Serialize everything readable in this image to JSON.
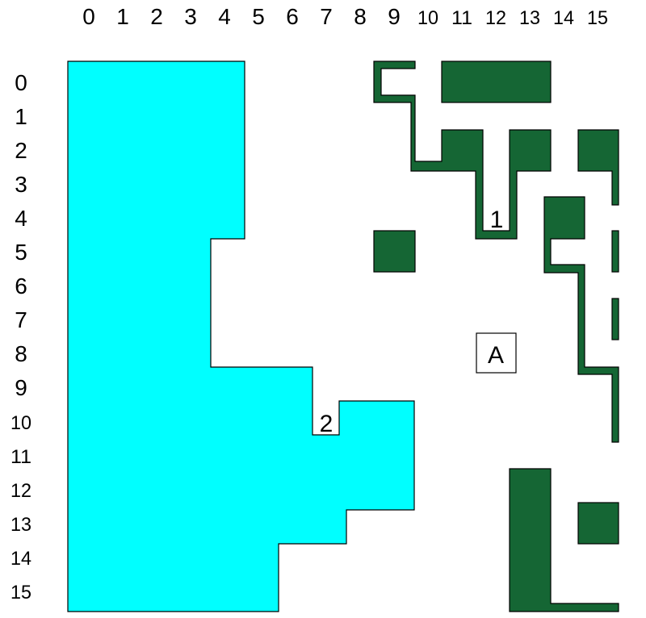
{
  "grid": {
    "cols": 16,
    "rows": 16,
    "column_labels": [
      "0",
      "1",
      "2",
      "3",
      "4",
      "5",
      "6",
      "7",
      "8",
      "9",
      "10",
      "11",
      "12",
      "13",
      "14",
      "15"
    ],
    "row_labels": [
      "0",
      "1",
      "2",
      "3",
      "4",
      "5",
      "6",
      "7",
      "8",
      "9",
      "10",
      "11",
      "12",
      "13",
      "14",
      "15"
    ]
  },
  "colors": {
    "region": "#00ffff",
    "wall": "#156634",
    "outline": "#000000",
    "background": "#ffffff"
  },
  "markers": [
    {
      "label": "1",
      "col": 12,
      "row": 4,
      "boxed": false
    },
    {
      "label": "2",
      "col": 7,
      "row": 10,
      "boxed": false
    },
    {
      "label": "A",
      "col": 12,
      "row": 8,
      "boxed": true
    }
  ]
}
